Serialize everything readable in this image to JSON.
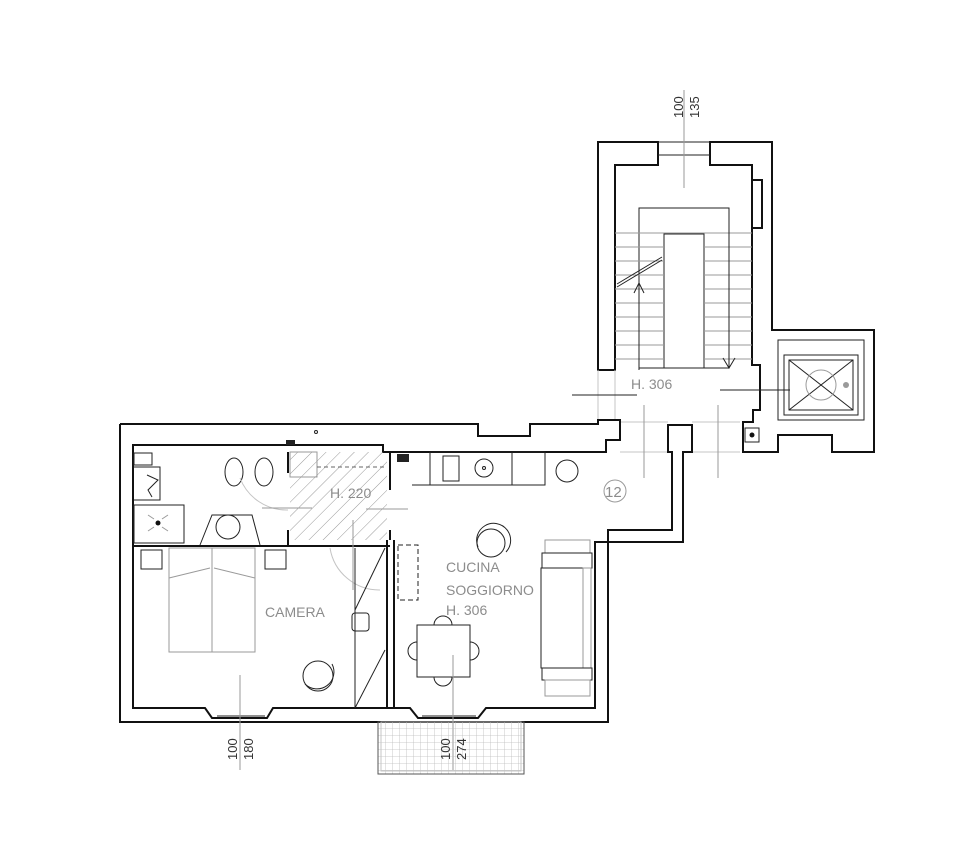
{
  "plan": {
    "unit_number": "12",
    "rooms": [
      {
        "id": "bathroom",
        "label": "",
        "height": ""
      },
      {
        "id": "hall",
        "label": "",
        "height": "H. 220"
      },
      {
        "id": "bedroom",
        "label": "CAMERA",
        "height": ""
      },
      {
        "id": "kitchen_living",
        "label_line1": "CUCINA",
        "label_line2": "SOGGIORNO",
        "height": "H. 306"
      },
      {
        "id": "landing",
        "label": "",
        "height": "H. 306"
      }
    ],
    "windows": [
      {
        "id": "stair-window",
        "sill": "100",
        "height": "135"
      },
      {
        "id": "bedroom-window",
        "sill": "100",
        "height": "180"
      },
      {
        "id": "living-window",
        "sill": "100",
        "height": "274"
      }
    ],
    "symbols": [
      "stair-arrow-up-icon",
      "stair-arrow-down-icon",
      "elevator-icon",
      "toilet-icon",
      "bidet-icon",
      "sink-icon",
      "shower-icon",
      "double-bed-icon",
      "sofa-icon",
      "table-icon",
      "chair-icon",
      "hob-icon"
    ]
  },
  "colors": {
    "wall": "#111111",
    "label": "#8c8c8c",
    "hatch": "#9a9a9a"
  }
}
